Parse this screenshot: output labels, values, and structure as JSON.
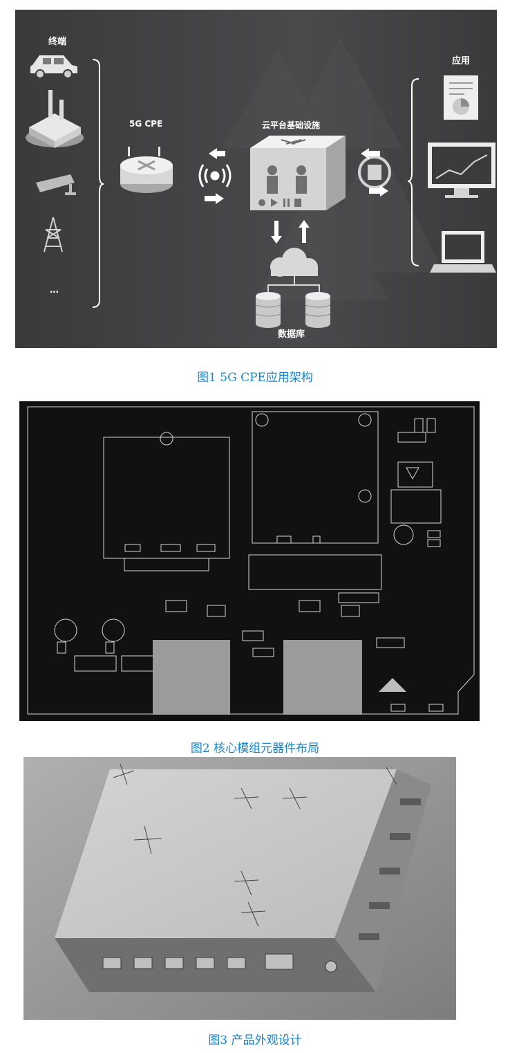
{
  "figure1": {
    "caption": "图1 5G CPE应用架构",
    "terminals_label": "终端",
    "ellipsis": "…",
    "cpe_label": "5G CPE",
    "cloud_label": "云平台基础设施",
    "database_label": "数据库",
    "apps_label": "应用",
    "colors": {
      "background": "#3b3b3c",
      "text": "#ffffff",
      "icon": "#e6e6e6"
    }
  },
  "figure2": {
    "caption": "图2 核心模组元器件布局",
    "colors": {
      "background": "#111111",
      "line": "#d8d8d8",
      "module": "#9b9b9b"
    }
  },
  "figure3": {
    "caption": "图3 产品外观设计",
    "colors": {
      "background": "#9a9a9a",
      "top_face": "#c9c9c9",
      "front_face": "#6f6f6f"
    }
  },
  "caption_color": "#1a86c6"
}
